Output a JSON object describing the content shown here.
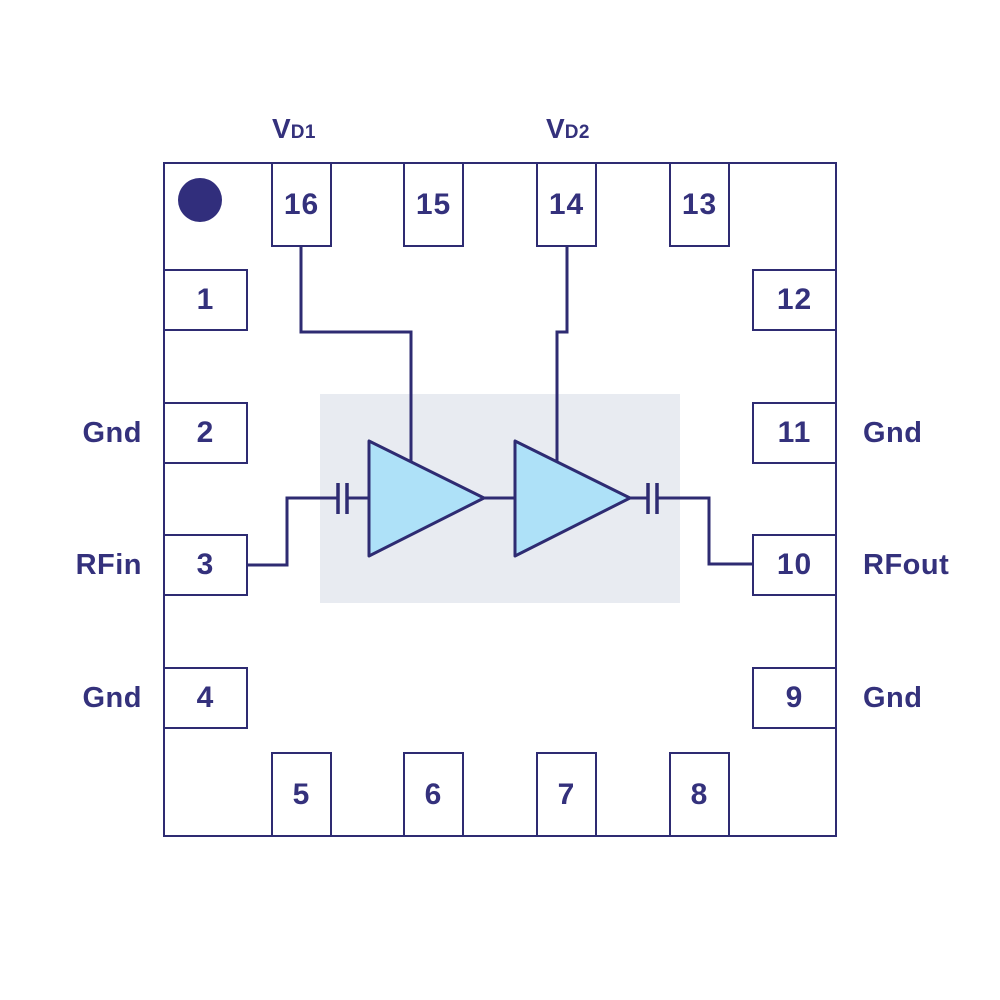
{
  "diagram": {
    "type": "IC package pinout with internal two-stage amplifier block diagram",
    "pin_count": 16
  },
  "colors": {
    "line": "#2E2B72",
    "text": "#34317C",
    "amp_fill": "#AEE1F8",
    "die_bg": "#E8EBF1",
    "marker_dot": "#312E7C",
    "background": "#FFFFFF"
  },
  "pins": {
    "p1": "1",
    "p2": "2",
    "p3": "3",
    "p4": "4",
    "p5": "5",
    "p6": "6",
    "p7": "7",
    "p8": "8",
    "p9": "9",
    "p10": "10",
    "p11": "11",
    "p12": "12",
    "p13": "13",
    "p14": "14",
    "p15": "15",
    "p16": "16"
  },
  "labels": {
    "vd1": {
      "main": "V",
      "sub": "D1"
    },
    "vd2": {
      "main": "V",
      "sub": "D2"
    },
    "gnd_pin2": "Gnd",
    "rfin_pin3": "RFin",
    "gnd_pin4": "Gnd",
    "gnd_pin11": "Gnd",
    "rfout_pin10": "RFout",
    "gnd_pin9": "Gnd"
  },
  "icons": {
    "pin1_marker": "filled-circle",
    "amplifier": "right-pointing-triangle",
    "capacitor": "double-vertical-bar"
  }
}
